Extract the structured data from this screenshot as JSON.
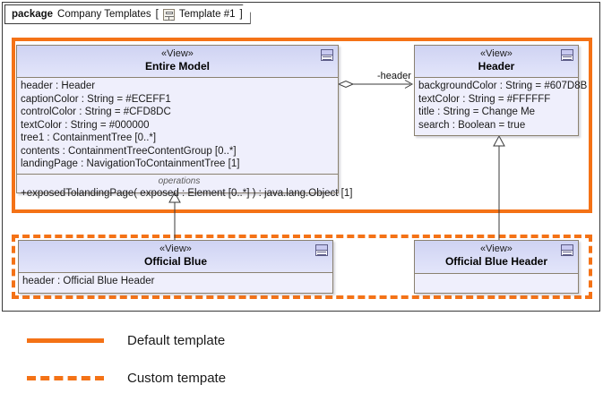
{
  "package": {
    "keyword": "package",
    "name": "Company Templates",
    "bracket_open": "[",
    "diagram_icon": "diagram-icon",
    "diagram_name": "Template #1",
    "bracket_close": "]"
  },
  "classes": {
    "entire_model": {
      "stereotype": "«View»",
      "name": "Entire Model",
      "icon": "view-icon",
      "attributes": [
        "header : Header",
        "captionColor : String = #ECEFF1",
        "controlColor : String = #CFD8DC",
        "textColor : String = #000000",
        "tree1 : ContainmentTree [0..*]",
        "contents : ContainmentTreeContentGroup [0..*]",
        "landingPage : NavigationToContainmentTree [1]"
      ],
      "operations_title": "operations",
      "operations": [
        "+exposedTolandingPage( exposed : Element [0..*] ) : java.lang.Object [1]"
      ]
    },
    "header": {
      "stereotype": "«View»",
      "name": "Header",
      "icon": "view-icon",
      "attributes": [
        "backgroundColor : String = #607D8B",
        "textColor : String = #FFFFFF",
        "title : String = Change Me",
        "search : Boolean = true"
      ]
    },
    "official_blue": {
      "stereotype": "«View»",
      "name": "Official Blue",
      "icon": "view-icon",
      "attributes": [
        "header : Official Blue Header"
      ]
    },
    "official_blue_header": {
      "stereotype": "«View»",
      "name": "Official Blue Header",
      "icon": "view-icon",
      "attributes": []
    }
  },
  "connectors": {
    "association_label": "-header"
  },
  "templates": {
    "default_outline": "default-template-outline",
    "custom_outline": "custom-template-outline"
  },
  "legend": {
    "items": [
      {
        "label": "Default template",
        "style": "solid",
        "color": "#F47216"
      },
      {
        "label": "Custom tempate",
        "style": "dashed",
        "color": "#F47216"
      }
    ]
  },
  "colors": {
    "template_orange": "#F47216",
    "class_header": "#D6DAF5",
    "class_body": "#EFEFFC",
    "class_border": "#8A8170",
    "frame_border": "#3A3A3A"
  }
}
